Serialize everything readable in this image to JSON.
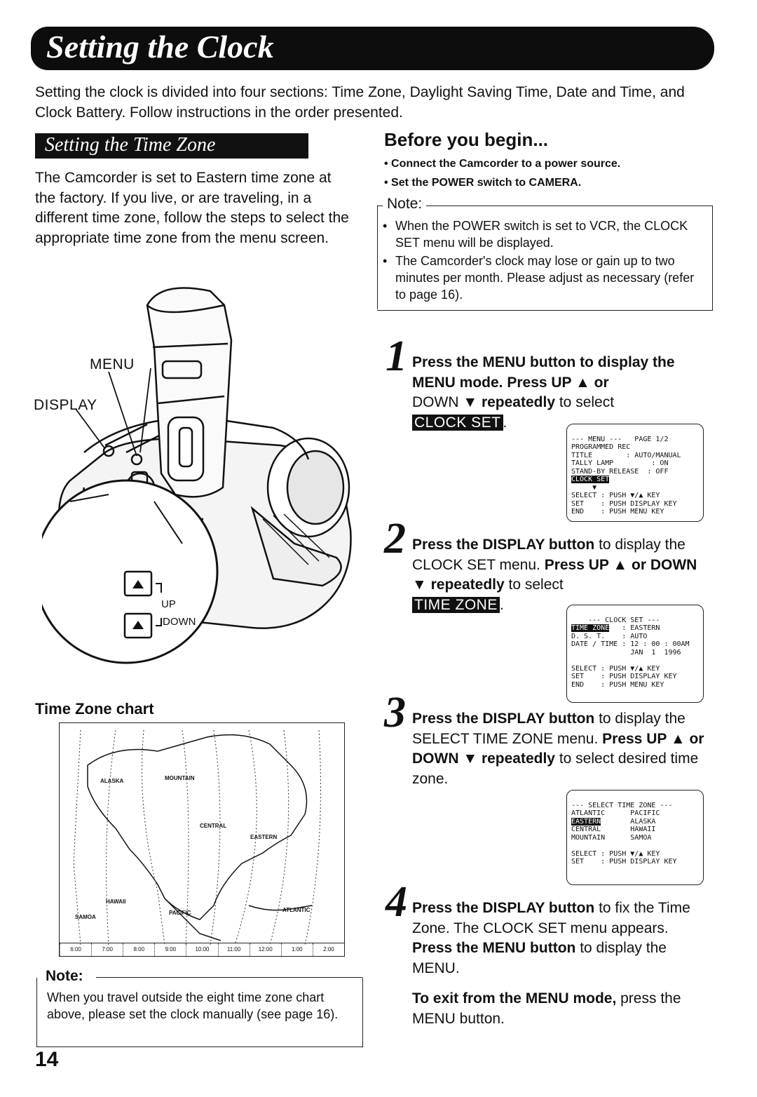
{
  "title": "Setting the Clock",
  "intro": "Setting the clock is divided into four sections: Time Zone, Daylight Saving Time, Date and Time, and Clock Battery. Follow instructions in the order presented.",
  "section_title": "Setting the Time Zone",
  "section_text": "The Camcorder is set to Eastern time zone at the factory. If you live, or are traveling, in a different time zone, follow the steps to select the appropriate time zone from the menu screen.",
  "before": {
    "heading": "Before you begin...",
    "bullets": [
      "• Connect the Camcorder to a power source.",
      "• Set the POWER switch to CAMERA."
    ]
  },
  "note_right": {
    "label": "Note:",
    "items": [
      "When the POWER switch is set to VCR, the CLOCK SET menu will be displayed.",
      "The Camcorder's clock may lose or gain up to two minutes per month. Please adjust as necessary (refer to page 16)."
    ]
  },
  "camera_labels": {
    "menu": "MENU",
    "display": "DISPLAY",
    "up": "UP",
    "down": "DOWN"
  },
  "steps": [
    {
      "num": "1",
      "bold": "Press the MENU button to display the MENU mode. Press UP ▲ or",
      "rest": "DOWN ▼ ",
      "bold2": "repeatedly",
      "tail": " to select",
      "hl": "CLOCK SET",
      "end": "."
    },
    {
      "num": "2",
      "bold": "Press the DISPLAY button",
      "rest": " to display the CLOCK SET menu. ",
      "bold2": "Press UP ▲ or DOWN ▼ repeatedly",
      "tail": " to select",
      "hl": "TIME ZONE",
      "end": "."
    },
    {
      "num": "3",
      "bold": "Press the DISPLAY button",
      "rest": " to display the SELECT TIME ZONE menu. ",
      "bold2": "Press UP ▲ or DOWN ▼ repeatedly",
      "tail": " to select desired time zone.",
      "hl": "",
      "end": ""
    },
    {
      "num": "4",
      "bold": "Press the DISPLAY button",
      "rest": " to fix the Time Zone. The CLOCK SET menu appears. ",
      "bold2": "Press the MENU button",
      "tail": " to display the MENU.",
      "hl": "",
      "end": ""
    }
  ],
  "exit": {
    "bold": "To exit from the MENU mode,",
    "rest": " press the MENU button."
  },
  "screens": {
    "menu": [
      "--- MENU ---   PAGE 1/2",
      "PROGRAMMED REC",
      "TITLE        : AUTO/MANUAL",
      "TALLY LAMP         : ON",
      "STAND-BY RELEASE  : OFF",
      "CLOCK SET",
      "     ▼",
      "SELECT : PUSH ▼/▲ KEY",
      "SET    : PUSH DISPLAY KEY",
      "END    : PUSH MENU KEY"
    ],
    "clock": [
      "    --- CLOCK SET ---",
      "TIME ZONE   : EASTERN",
      "D. S. T.    : AUTO",
      "DATE / TIME : 12 : 00 : 00AM",
      "              JAN  1  1996",
      "",
      "SELECT : PUSH ▼/▲ KEY",
      "SET    : PUSH DISPLAY KEY",
      "END    : PUSH MENU KEY"
    ],
    "select": [
      "--- SELECT TIME ZONE ---",
      "ATLANTIC      PACIFIC",
      "EASTERN       ALASKA",
      "CENTRAL       HAWAII",
      "MOUNTAIN      SAMOA",
      "",
      "SELECT : PUSH ▼/▲ KEY",
      "SET    : PUSH DISPLAY KEY"
    ]
  },
  "chart": {
    "title": "Time Zone chart",
    "zones": [
      "ALASKA",
      "MOUNTAIN",
      "CENTRAL",
      "EASTERN",
      "HAWAII",
      "SAMOA",
      "PACIFIC",
      "ATLANTIC"
    ],
    "times": [
      "6:00",
      "7:00",
      "8:00",
      "9:00",
      "10:00",
      "11:00",
      "12:00",
      "1:00",
      "2:00"
    ]
  },
  "note_left": {
    "label": "Note:",
    "text": "When you travel outside the eight time zone chart above, please set the clock manually (see page 16)."
  },
  "page_number": "14"
}
